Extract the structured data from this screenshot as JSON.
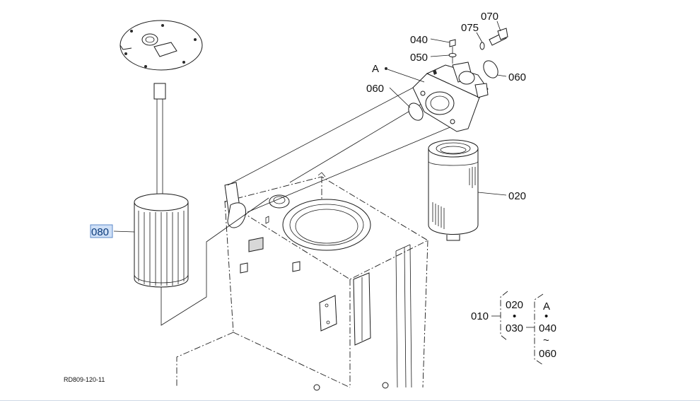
{
  "callouts": {
    "c070": "070",
    "c075": "075",
    "c040": "040",
    "c050": "050",
    "cA": "A",
    "c060_top": "060",
    "c060_left": "060",
    "c020": "020",
    "c080": "080"
  },
  "assembly_key": {
    "c010": "010",
    "c020": "020",
    "c030": "030",
    "dot": "•",
    "cA": "A",
    "c040": "040",
    "tilde": "~",
    "c060": "060"
  },
  "reference_code": "RD809-120-11",
  "colors": {
    "highlight_bg": "#cfe0f7",
    "highlight_border": "#5b88c9",
    "line": "#1a1a1a"
  }
}
